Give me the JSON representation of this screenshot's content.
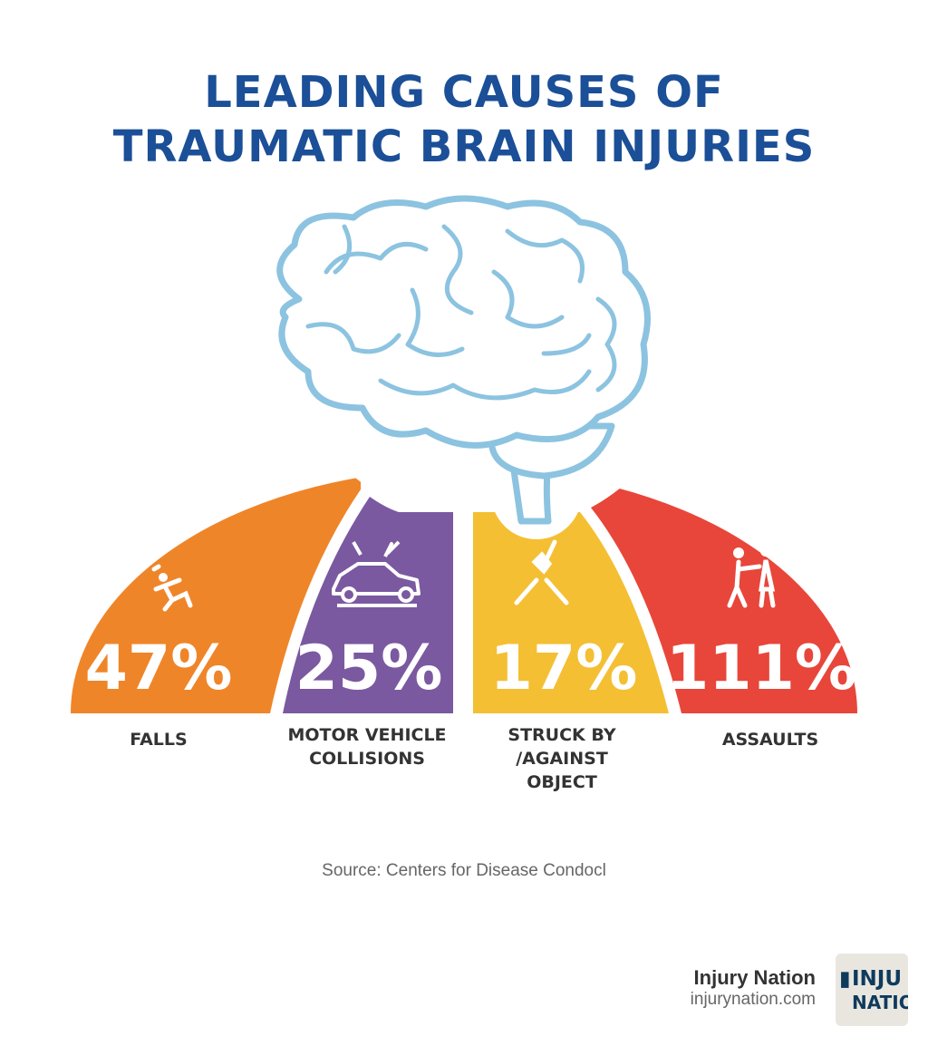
{
  "title": {
    "line1": "LEADING CAUSES OF",
    "line2": "TRAUMATIC BRAIN INJURIES"
  },
  "chart_data": {
    "type": "pie",
    "categories": [
      "FALLS",
      "MOTOR VEHICLE COLLISIONS",
      "STRUCK BY /AGAINST OBJECT",
      "ASSAULTS"
    ],
    "values": [
      47,
      25,
      17,
      111
    ],
    "value_labels": [
      "47%",
      "25%",
      "17%",
      "111%"
    ],
    "colors": [
      "#ef8529",
      "#7a59a0",
      "#f4bf33",
      "#e8463a"
    ],
    "icons": [
      "falling-person-icon",
      "car-crash-icon",
      "collision-icon",
      "assault-icon"
    ]
  },
  "labels": [
    {
      "lines": [
        "FALLS"
      ]
    },
    {
      "lines": [
        "MOTOR VEHICLE",
        "COLLISIONS"
      ]
    },
    {
      "lines": [
        "STRUCK BY",
        "/AGAINST",
        "OBJECT"
      ]
    },
    {
      "lines": [
        "ASSAULTS"
      ]
    }
  ],
  "source": "Source: Centers for Disease Condocl",
  "brand": {
    "name": "Injury Nation",
    "url": "injurynation.com",
    "logo_text_1": "INJU",
    "logo_text_2": "NATIO"
  },
  "colors": {
    "title": "#1b4f97",
    "brain": "#8cc3e0"
  }
}
